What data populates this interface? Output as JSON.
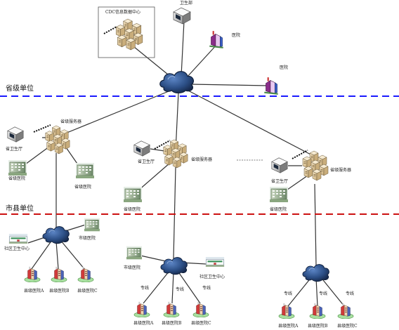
{
  "tiers": {
    "province": "省级单位",
    "city_county": "市县单位"
  },
  "top": {
    "datacenter": "CDC信息数据中心",
    "health_ministry": "卫生部",
    "hospital_1": "医院",
    "hospital_2": "医院"
  },
  "branches": [
    {
      "server": "省级服务器",
      "health_dept": "省卫生厅",
      "hospitals": [
        "省级医院",
        "省级医院"
      ],
      "local": {
        "city_hospital": "市级医院",
        "community_center": "社区卫生中心",
        "county_hospitals": [
          "县级医院A",
          "县级医院B",
          "县级医院C"
        ],
        "line_labels": []
      }
    },
    {
      "server": "省级服务器",
      "health_dept": "省卫生厅",
      "hospitals": [
        "省级医院"
      ],
      "local": {
        "city_hospital": "市级医院",
        "community_center": "社区卫生中心",
        "county_hospitals": [
          "县级医院A",
          "县级医院B",
          "县级医院C"
        ],
        "line_labels": [
          "专线",
          "专线",
          "专线"
        ]
      }
    },
    {
      "server": "省级服务器",
      "health_dept": "省卫生厅",
      "hospitals": [
        "省级医院"
      ],
      "local": {
        "county_hospitals": [
          "县级医院A",
          "县级医院B",
          "县级医院C"
        ],
        "line_labels": [
          "专线",
          "专线",
          "专线"
        ]
      }
    }
  ],
  "colors": {
    "province_divider": "#1a1aff",
    "city_divider": "#cc1111",
    "cloud": "#2c4f86",
    "server": "#e3cfa6"
  },
  "icons": [
    "cloud-icon",
    "server-cluster-icon",
    "pc-icon",
    "hospital-building-icon",
    "county-hospital-icon"
  ]
}
